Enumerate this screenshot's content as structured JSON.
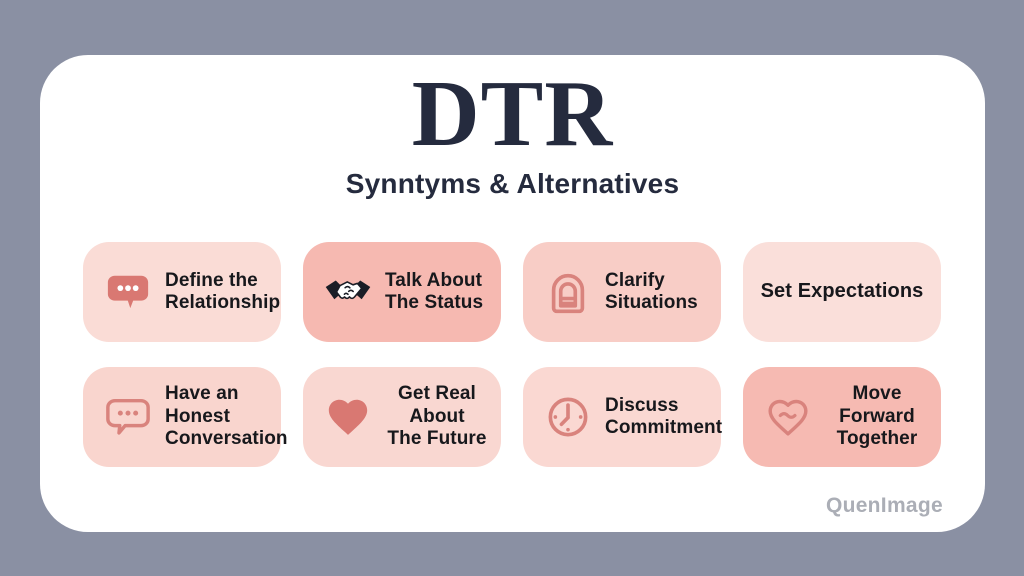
{
  "header": {
    "title": "DTR",
    "subtitle": "Synntyms & Alternatives"
  },
  "footer": {
    "watermark": "QuenImage"
  },
  "colors": {
    "background": "#8a90a3",
    "panel": "#ffffff",
    "title_text": "#252b3e",
    "label_text": "#17181c",
    "icon_accent": "#d97872",
    "icon_outline": "#d9837d",
    "handshake_dark": "#1a1d26",
    "watermark_text": "#abaeb6"
  },
  "cards": [
    {
      "label": "Define the Relationship",
      "line1": "Define the",
      "line2": "Relationship",
      "icon": "chat-bubble-solid-icon",
      "bg": "#fadcd6"
    },
    {
      "label": "Talk About The Status",
      "line1": "Talk About",
      "line2": "The Status",
      "icon": "handshake-icon",
      "bg": "#f6b9b1"
    },
    {
      "label": "Clarify Situations",
      "line1": "Clarify",
      "line2": "Situations",
      "icon": "archive-outline-icon",
      "bg": "#f8cdc6"
    },
    {
      "label": "Set Expectations",
      "line1": "Set Expectations",
      "line2": "",
      "icon": "none",
      "bg": "#fadfda"
    },
    {
      "label": "Have an Honest Conversation",
      "line1": "Have an Honest",
      "line2": "Conversation",
      "icon": "chat-bubble-outline-icon",
      "bg": "#f9d5ce"
    },
    {
      "label": "Get Real About The Future",
      "line1": "Get Real About",
      "line2": "The Future",
      "icon": "heart-solid-icon",
      "bg": "#f9d7d1"
    },
    {
      "label": "Discuss Commitment",
      "line1": "Discuss",
      "line2": "Commitment",
      "icon": "clock-outline-icon",
      "bg": "#fad8d2"
    },
    {
      "label": "Move Forward Together",
      "line1": "Move Forward",
      "line2": "Together",
      "icon": "heart-outline-icon",
      "bg": "#f6bab2"
    }
  ]
}
